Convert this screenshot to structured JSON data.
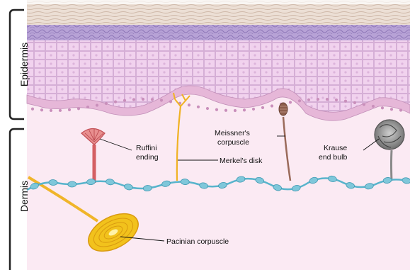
{
  "layers": {
    "epidermis": "Epidermis",
    "dermis": "Dermis"
  },
  "receptors": {
    "ruffini": [
      "Ruffini",
      "ending"
    ],
    "merkel": "Merkel's disk",
    "meissner": [
      "Meissner's",
      "corpuscle"
    ],
    "krause": [
      "Krause",
      "end bulb"
    ],
    "pacinian": "Pacinian corpuscle"
  },
  "colors": {
    "stratum_corneum": "#eadbd0",
    "granular_layer": "#b9a6d6",
    "spinous_layer": "#efd1ec",
    "dermis": "#fbeaf3",
    "nerve": "#58b4cc",
    "ruffini": "#d45f63",
    "merkel": "#f0b223",
    "meissner": "#9a6a5a",
    "krause": "#888888",
    "pacinian": "#f2c21c"
  }
}
